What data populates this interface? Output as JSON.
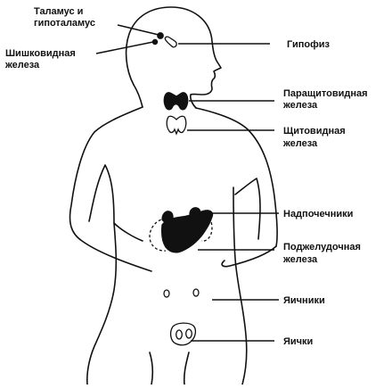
{
  "labels": {
    "thalamus_line1": "Таламус и",
    "thalamus_line2": "гипоталамус",
    "pineal_line1": "Шишковидная",
    "pineal_line2": "железа",
    "pituitary": "Гипофиз",
    "parathyroid_line1": "Паращитовидная",
    "parathyroid_line2": "железа",
    "thyroid_line1": "Щитовидная",
    "thyroid_line2": "железа",
    "adrenals": "Надпочечники",
    "pancreas_line1": "Поджелудочная",
    "pancreas_line2": "железа",
    "ovaries": "Яичники",
    "testes": "Яички"
  },
  "colors": {
    "line": "#111111",
    "organ_fill": "#111111",
    "background": "#ffffff"
  }
}
